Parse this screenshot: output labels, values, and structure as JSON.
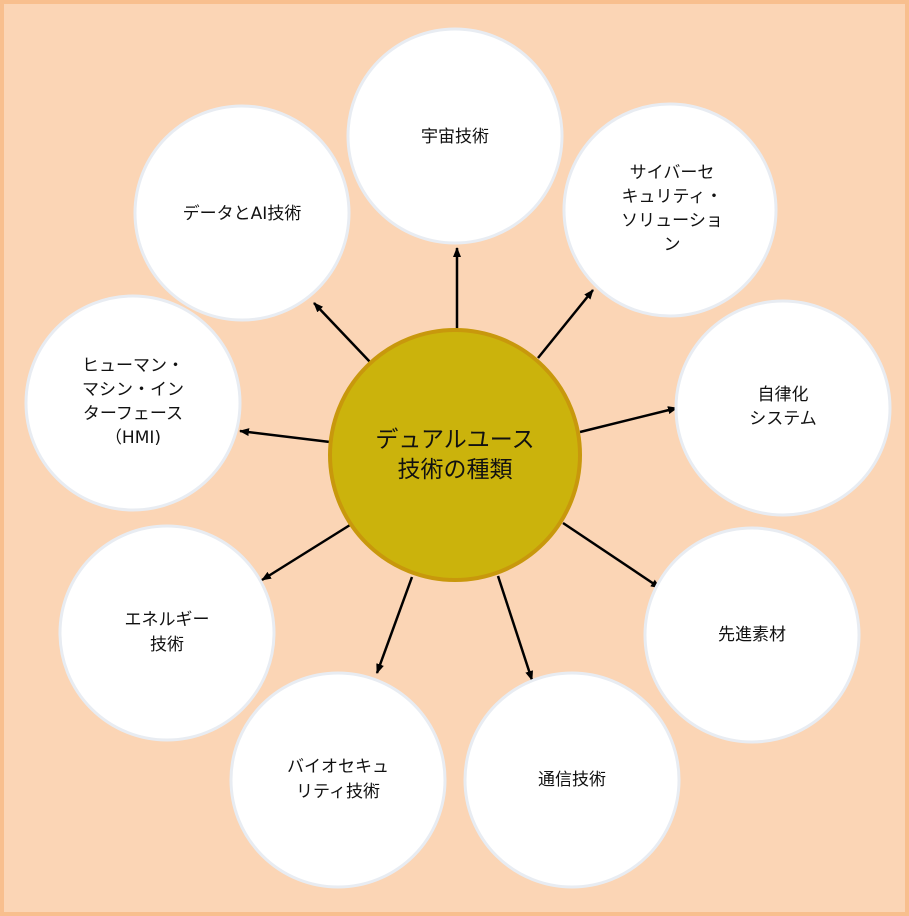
{
  "center": {
    "lines": [
      "デュアルユース",
      "技術の種類"
    ]
  },
  "nodes": [
    {
      "id": "space",
      "lines": [
        "宇宙技術"
      ]
    },
    {
      "id": "cyber",
      "lines": [
        "サイバーセ",
        "キュリティ・",
        "ソリューショ",
        "ン"
      ]
    },
    {
      "id": "autonomous",
      "lines": [
        "自律化",
        "システム"
      ]
    },
    {
      "id": "materials",
      "lines": [
        "先進素材"
      ]
    },
    {
      "id": "communication",
      "lines": [
        "通信技術"
      ]
    },
    {
      "id": "biosecurity",
      "lines": [
        "バイオセキュ",
        "リティ技術"
      ]
    },
    {
      "id": "energy",
      "lines": [
        "エネルギー",
        "技術"
      ]
    },
    {
      "id": "hmi",
      "lines": [
        "ヒューマン・",
        "マシン・イン",
        "ターフェース",
        "（HMI)"
      ]
    },
    {
      "id": "data-ai",
      "lines": [
        "データとAI技術"
      ]
    }
  ],
  "colors": {
    "background": "#FBD5B5",
    "frame": "#F8BF8E",
    "center_fill": "#CBB30C",
    "center_stroke": "#C8980C",
    "node_fill": "#FFFFFF",
    "node_stroke": "#E8ECF2",
    "arrow": "#000000"
  }
}
